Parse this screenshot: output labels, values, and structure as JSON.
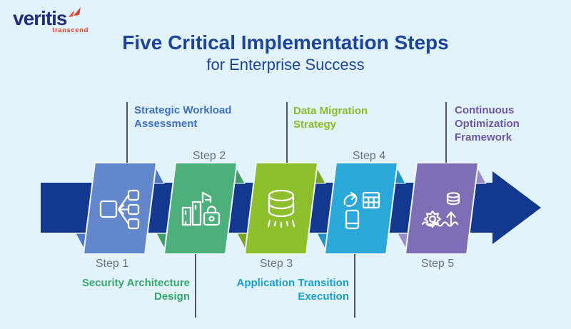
{
  "logo": {
    "brand": "veritis",
    "tagline": "transcend"
  },
  "title": {
    "line1": "Five Critical Implementation Steps",
    "line2": "for Enterprise Success"
  },
  "colors": {
    "background": "#e2f3fc",
    "arrow": "#12388f",
    "title": "#1b449b",
    "caption": "#69727d",
    "connector": "#4e545c",
    "logo_navy": "#222e7b",
    "logo_orange": "#f25124"
  },
  "steps": [
    {
      "caption": "Step 1",
      "label": "Strategic Workload Assessment",
      "label_position": "above",
      "face_color": "#6287ca",
      "fold_color": "#5176c3",
      "label_color": "#4070c2",
      "icon": "workload-distribution-icon"
    },
    {
      "caption": "Step 2",
      "label": "Security Architecture Design",
      "label_position": "below",
      "face_color": "#4bb07b",
      "fold_color": "#3f9f6b",
      "label_color": "#36a96a",
      "icon": "secure-buildings-icon"
    },
    {
      "caption": "Step 3",
      "label": "Data Migration Strategy",
      "label_position": "above",
      "face_color": "#8dbf2d",
      "fold_color": "#77a625",
      "label_color": "#8cbb2a",
      "icon": "database-migration-icon"
    },
    {
      "caption": "Step 4",
      "label": "Application Transition Execution",
      "label_position": "below",
      "face_color": "#2aa8da",
      "fold_color": "#1f93c6",
      "label_color": "#189fd6",
      "icon": "app-transition-icon"
    },
    {
      "caption": "Step 5",
      "label": "Continuous Optimization Framework",
      "label_position": "above",
      "face_color": "#7e6fb4",
      "fold_color": "#9a8dc7",
      "label_color": "#6d58a8",
      "icon": "optimization-gear-icon"
    }
  ]
}
